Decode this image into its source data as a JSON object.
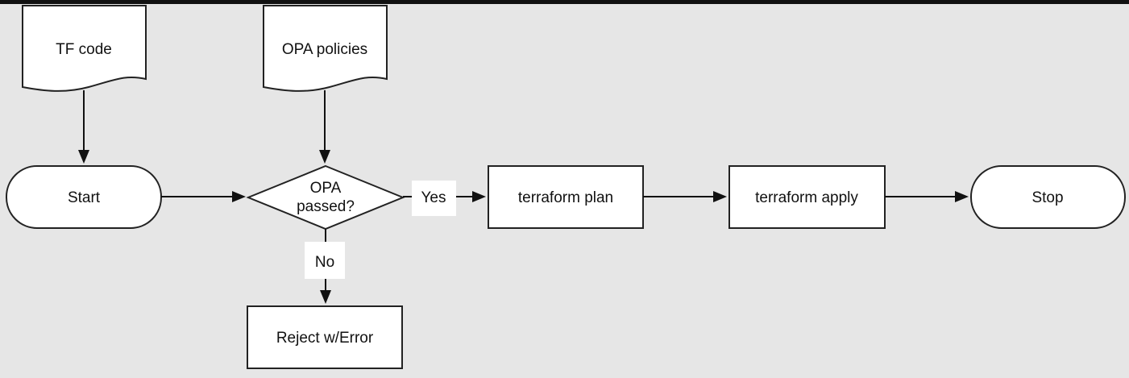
{
  "diagram": {
    "nodes": {
      "tf_code": "TF code",
      "opa_policies": "OPA policies",
      "start": "Start",
      "opa_passed_line1": "OPA",
      "opa_passed_line2": "passed?",
      "terraform_plan": "terraform plan",
      "terraform_apply": "terraform apply",
      "stop": "Stop",
      "reject": "Reject w/Error"
    },
    "edge_labels": {
      "yes": "Yes",
      "no": "No"
    }
  },
  "colors": {
    "background": "#e6e6e6",
    "node_fill": "#ffffff",
    "stroke": "#222222",
    "top_bar": "#111111"
  }
}
